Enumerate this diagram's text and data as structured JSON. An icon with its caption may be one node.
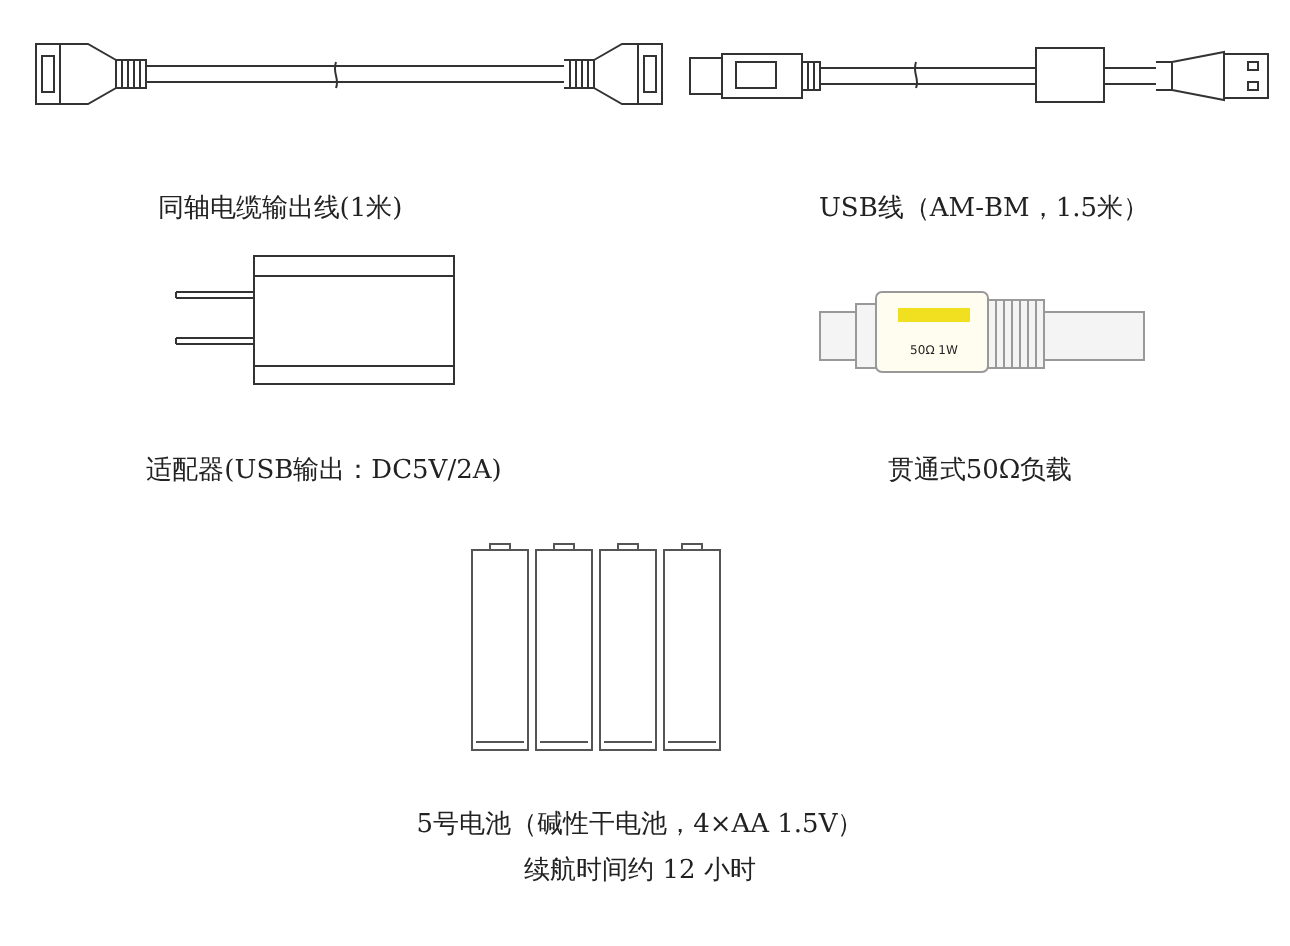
{
  "diagram": {
    "labels": [
      "同轴电缆输出线(1米)",
      "USB线（AM-BM，1.5米）",
      "50Ω 1W",
      "适配器(USB输出：DC5V/2A)",
      "贯通式50Ω负载",
      "5号电池（碱性干电池，4×AA 1.5V）",
      "续航时间约 12 小时"
    ]
  }
}
